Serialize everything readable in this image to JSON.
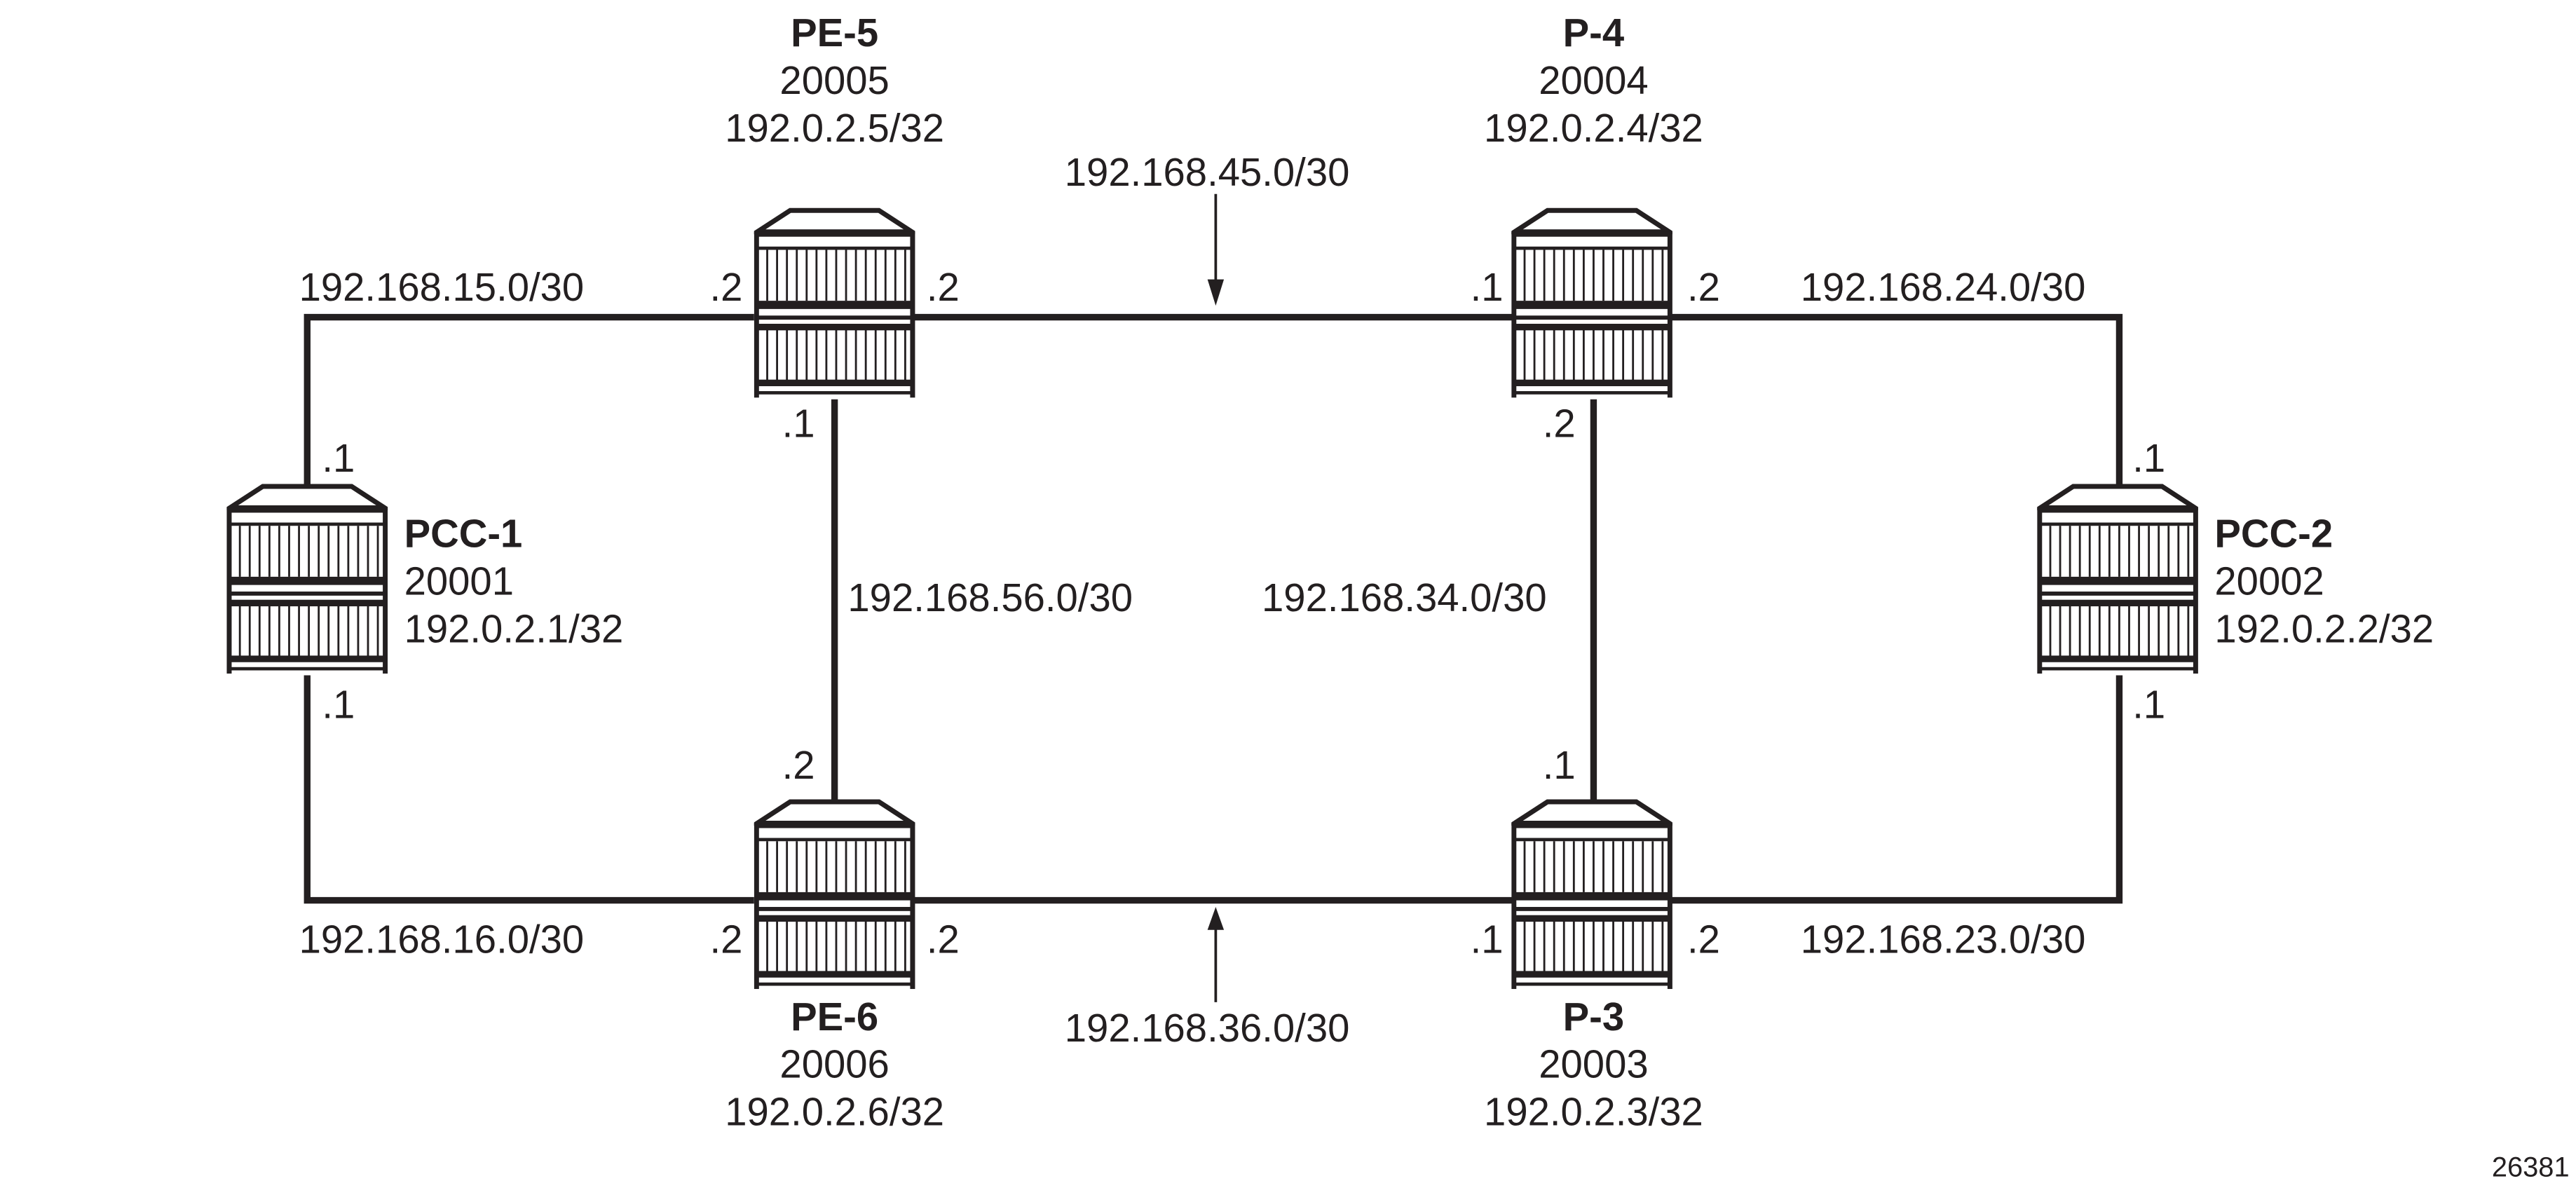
{
  "nodes": {
    "pe5": {
      "name": "PE-5",
      "sid": "20005",
      "loopback": "192.0.2.5/32"
    },
    "p4": {
      "name": "P-4",
      "sid": "20004",
      "loopback": "192.0.2.4/32"
    },
    "pcc1": {
      "name": "PCC-1",
      "sid": "20001",
      "loopback": "192.0.2.1/32"
    },
    "pcc2": {
      "name": "PCC-2",
      "sid": "20002",
      "loopback": "192.0.2.2/32"
    },
    "pe6": {
      "name": "PE-6",
      "sid": "20006",
      "loopback": "192.0.2.6/32"
    },
    "p3": {
      "name": "P-3",
      "sid": "20003",
      "loopback": "192.0.2.3/32"
    }
  },
  "links": {
    "pcc1_pe5": "192.168.15.0/30",
    "pe5_p4": "192.168.45.0/30",
    "p4_pcc2": "192.168.24.0/30",
    "pe5_pe6": "192.168.56.0/30",
    "p4_p3": "192.168.34.0/30",
    "pcc1_pe6": "192.168.16.0/30",
    "pe6_p3": "192.168.36.0/30",
    "p3_pcc2": "192.168.23.0/30"
  },
  "interfaces": {
    "pe5_west": ".2",
    "pe5_east": ".2",
    "pe5_south": ".1",
    "p4_west": ".1",
    "p4_east": ".2",
    "p4_south": ".2",
    "pcc1_north": ".1",
    "pcc1_south": ".1",
    "pcc2_north": ".1",
    "pcc2_south": ".1",
    "pe6_north": ".2",
    "pe6_west": ".2",
    "pe6_east": ".2",
    "p3_north": ".1",
    "p3_west": ".1",
    "p3_east": ".2"
  },
  "figure_id": "26381"
}
